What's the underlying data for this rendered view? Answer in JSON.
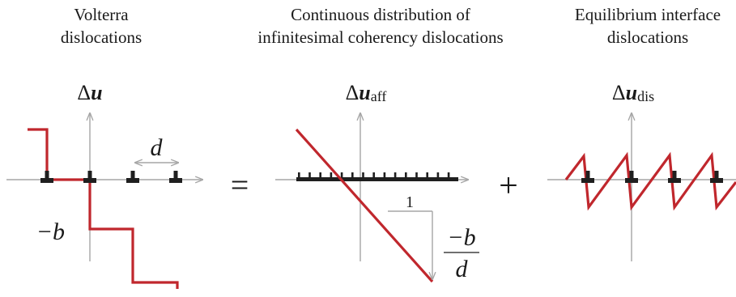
{
  "headings": {
    "volterra": [
      "Volterra",
      "dislocations"
    ],
    "continuous": [
      "Continuous distribution of",
      "infinitesimal coherency dislocations"
    ],
    "equilibrium": [
      "Equilibrium interface",
      "dislocations"
    ]
  },
  "symbols": {
    "delta": "Δ",
    "u": "u",
    "aff": "aff",
    "dis": "dis",
    "d": "d",
    "neg_b": "−b",
    "slope_num": "−b",
    "slope_den": "d",
    "run": "1",
    "equals": "=",
    "plus": "+"
  },
  "colors": {
    "curve": "#c0272d",
    "axis": "#a6a6a6",
    "dislocation": "#1f1f1f",
    "text": "#1a1a1a"
  },
  "icons": {
    "dislocation": "edge-dislocation-symbol",
    "spacing": "double-headed-arrow"
  }
}
